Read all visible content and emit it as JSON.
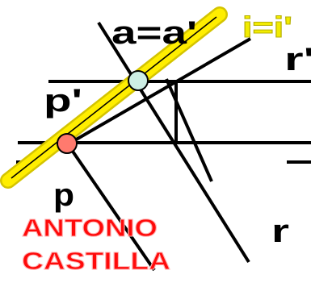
{
  "labels": {
    "a_eq": "a=a'",
    "i_eq": "i=i'",
    "r_prime": "r'",
    "p_prime": "p'",
    "p": "p",
    "r": "r",
    "author_first": "ANTONIO",
    "author_last": "CASTILLA"
  },
  "colors": {
    "line": "#000000",
    "highlight": "#ffee00",
    "highlight_edge": "#d4c400",
    "point_a": "#cdeee4",
    "point_i": "#ff7a6e",
    "yellow_text": "#f2ec00",
    "author_text": "#ff0a0a"
  }
}
